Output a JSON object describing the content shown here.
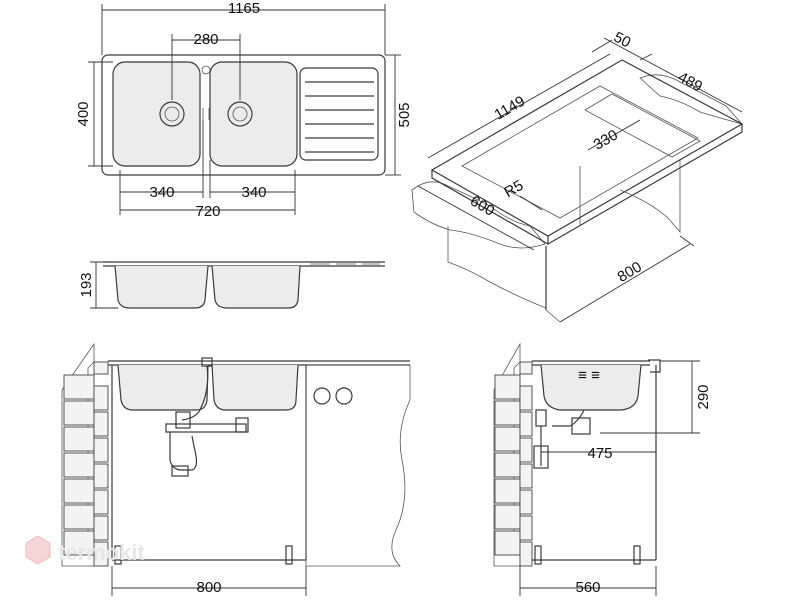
{
  "dimensions": {
    "overall_width": "1165",
    "bowl_spacing": "280",
    "bowl_depth_plan": "400",
    "overall_depth": "505",
    "bowl_left_width": "340",
    "bowl_right_width": "340",
    "bowls_total": "720",
    "bowl_height": "193",
    "iso_top_margin": "50",
    "iso_depth": "489",
    "iso_length": "1149",
    "iso_inner": "330",
    "iso_radius": "R5",
    "iso_counter_depth": "600",
    "iso_cabinet": "800",
    "front_cabinet_width": "800",
    "side_height": "290",
    "side_offset": "475",
    "side_cabinet_width": "560"
  },
  "watermark": "termokit",
  "colors": {
    "line": "#3a3a3a",
    "bowl_fill": "#ececec",
    "watermark": "#e6e6e6"
  }
}
